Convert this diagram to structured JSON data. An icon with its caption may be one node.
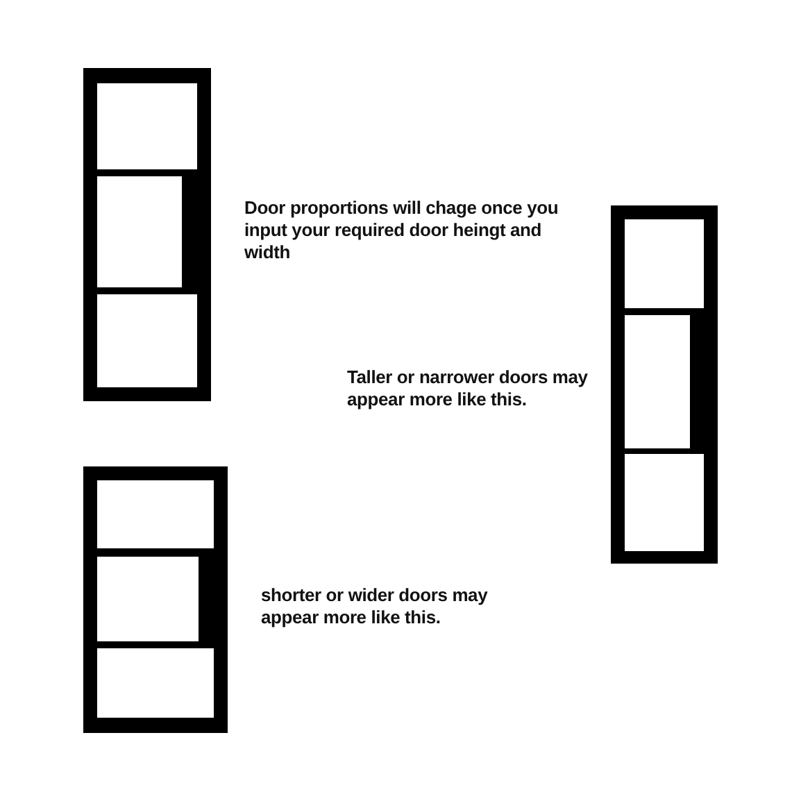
{
  "diagram": {
    "nodes": [
      {
        "text": [],
        "shape": "door",
        "beside": [
          "Door proportions will chage once you input your required door heingt and width"
        ]
      },
      {
        "text": [],
        "shape": "door",
        "beside": [
          "Taller or narrower doors may appear more like this."
        ]
      },
      {
        "text": [],
        "shape": "door",
        "beside": [
          "shorter or wider doors may appear more like this."
        ]
      }
    ]
  }
}
